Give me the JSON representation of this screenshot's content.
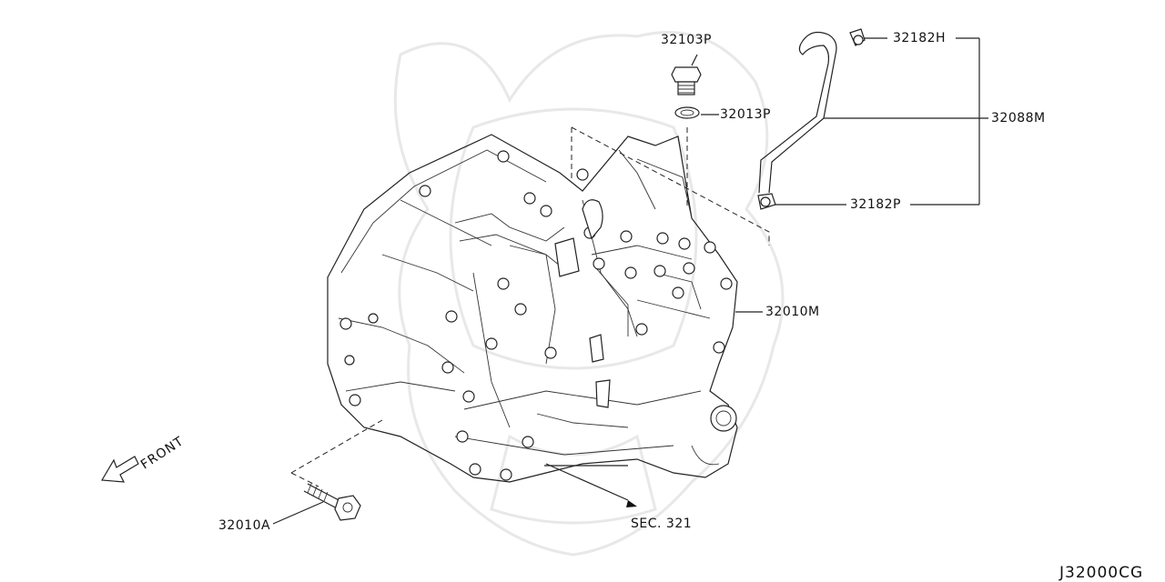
{
  "diagram": {
    "reference_code": "J32000CG",
    "direction_label": "FRONT",
    "section_ref": "SEC. 321",
    "callouts": {
      "p32103P": "32103P",
      "p32013P": "32013P",
      "p32182H": "32182H",
      "p32088M": "32088M",
      "p32182P": "32182P",
      "p32010M": "32010M",
      "p32010A": "32010A"
    }
  }
}
